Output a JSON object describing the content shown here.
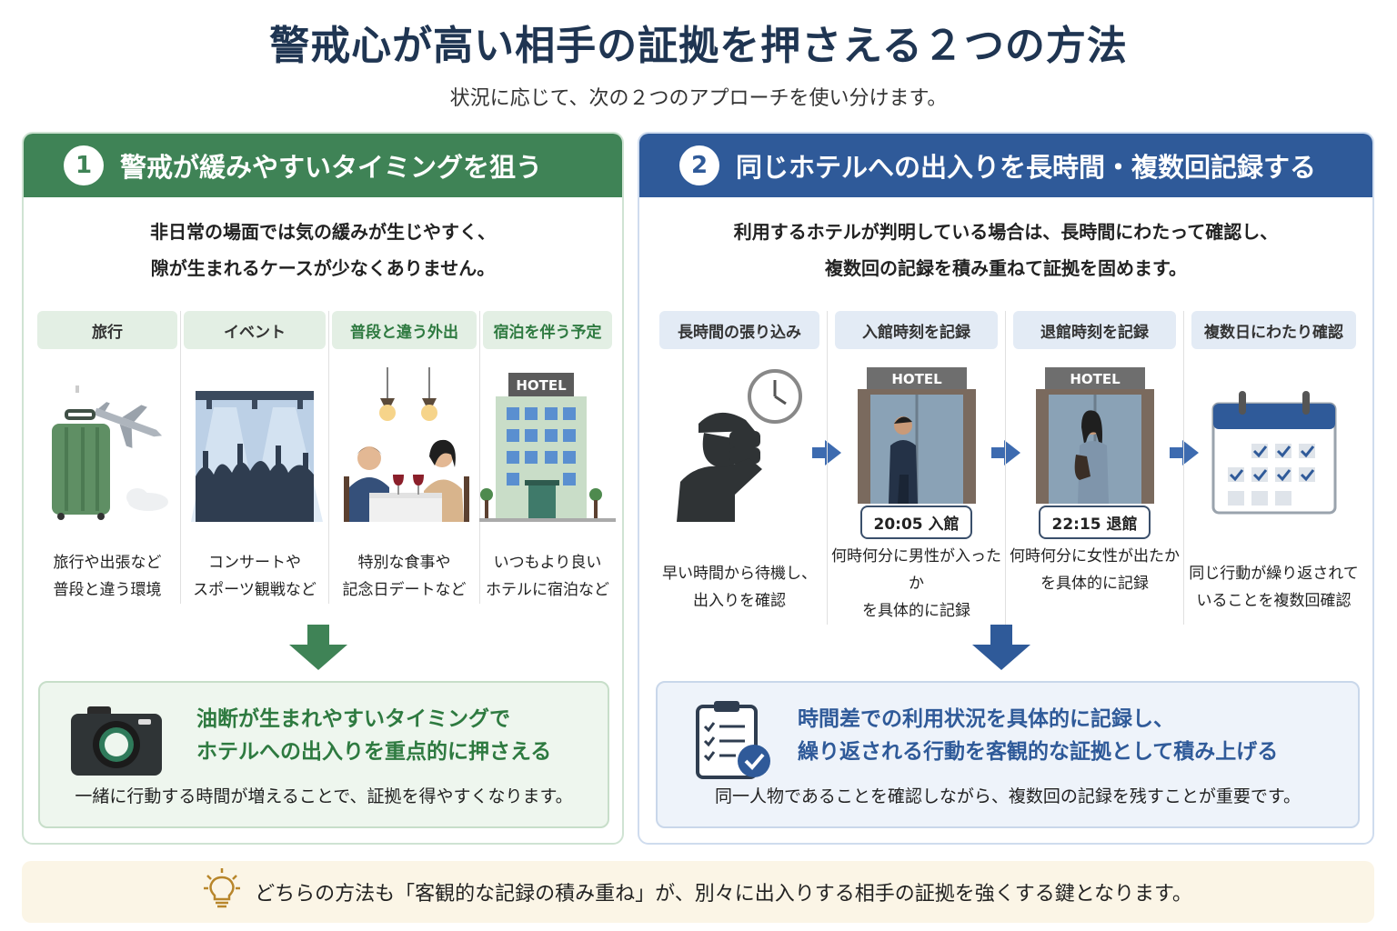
{
  "title": "警戒心が高い相手の証拠を押さえる２つの方法",
  "subtitle": "状況に応じて、次の２つのアプローチを使い分けます。",
  "left": {
    "number": "1",
    "heading": "警戒が緩みやすいタイミングを狙う",
    "desc_line1": "非日常の場面では気の緩みが生じやすく、",
    "desc_line2": "隙が生まれるケースが少なくありません。",
    "items": [
      {
        "tag": "旅行",
        "cap1": "旅行や出張など",
        "cap2": "普段と違う環境",
        "icon": "suitcase-airplane-icon"
      },
      {
        "tag": "イベント",
        "cap1": "コンサートや",
        "cap2": "スポーツ観戦など",
        "icon": "concert-crowd-icon"
      },
      {
        "tag": "普段と違う外出",
        "cap1": "特別な食事や",
        "cap2": "記念日デートなど",
        "icon": "dinner-date-icon"
      },
      {
        "tag": "宿泊を伴う予定",
        "cap1": "いつもより良い",
        "cap2": "ホテルに宿泊など",
        "icon": "hotel-building-icon",
        "sign": "HOTEL"
      }
    ],
    "result_head1": "油断が生まれやすいタイミングで",
    "result_head2": "ホテルへの出入りを重点的に押さえる",
    "result_foot": "一緒に行動する時間が増えることで、証拠を得やすくなります。",
    "accent": "#3f8356"
  },
  "right": {
    "number": "2",
    "heading": "同じホテルへの出入りを長時間・複数回記録する",
    "desc_line1": "利用するホテルが判明している場合は、長時間にわたって確認し、",
    "desc_line2": "複数回の記録を積み重ねて証拠を固めます。",
    "items": [
      {
        "tag": "長時間の張り込み",
        "cap1": "早い時間から待機し、",
        "cap2": "出入りを確認",
        "icon": "binoculars-clock-icon"
      },
      {
        "tag": "入館時刻を記録",
        "cap1": "何時何分に男性が入ったか",
        "cap2": "を具体的に記録",
        "icon": "hotel-entry-man-icon",
        "sign": "HOTEL",
        "time": "20:05 入館"
      },
      {
        "tag": "退館時刻を記録",
        "cap1": "何時何分に女性が出たか",
        "cap2": "を具体的に記録",
        "icon": "hotel-exit-woman-icon",
        "sign": "HOTEL",
        "time": "22:15 退館"
      },
      {
        "tag": "複数日にわたり確認",
        "cap1": "同じ行動が繰り返されて",
        "cap2": "いることを複数回確認",
        "icon": "calendar-check-icon"
      }
    ],
    "result_head1": "時間差での利用状況を具体的に記録し、",
    "result_head2": "繰り返される行動を客観的な証拠として積み上げる",
    "result_foot": "同一人物であることを確認しながら、複数回の記録を残すことが重要です。",
    "accent": "#2f5a99"
  },
  "bottom_note": "どちらの方法も「客観的な記録の積み重ね」が、別々に出入りする相手の証拠を強くする鍵となります。"
}
